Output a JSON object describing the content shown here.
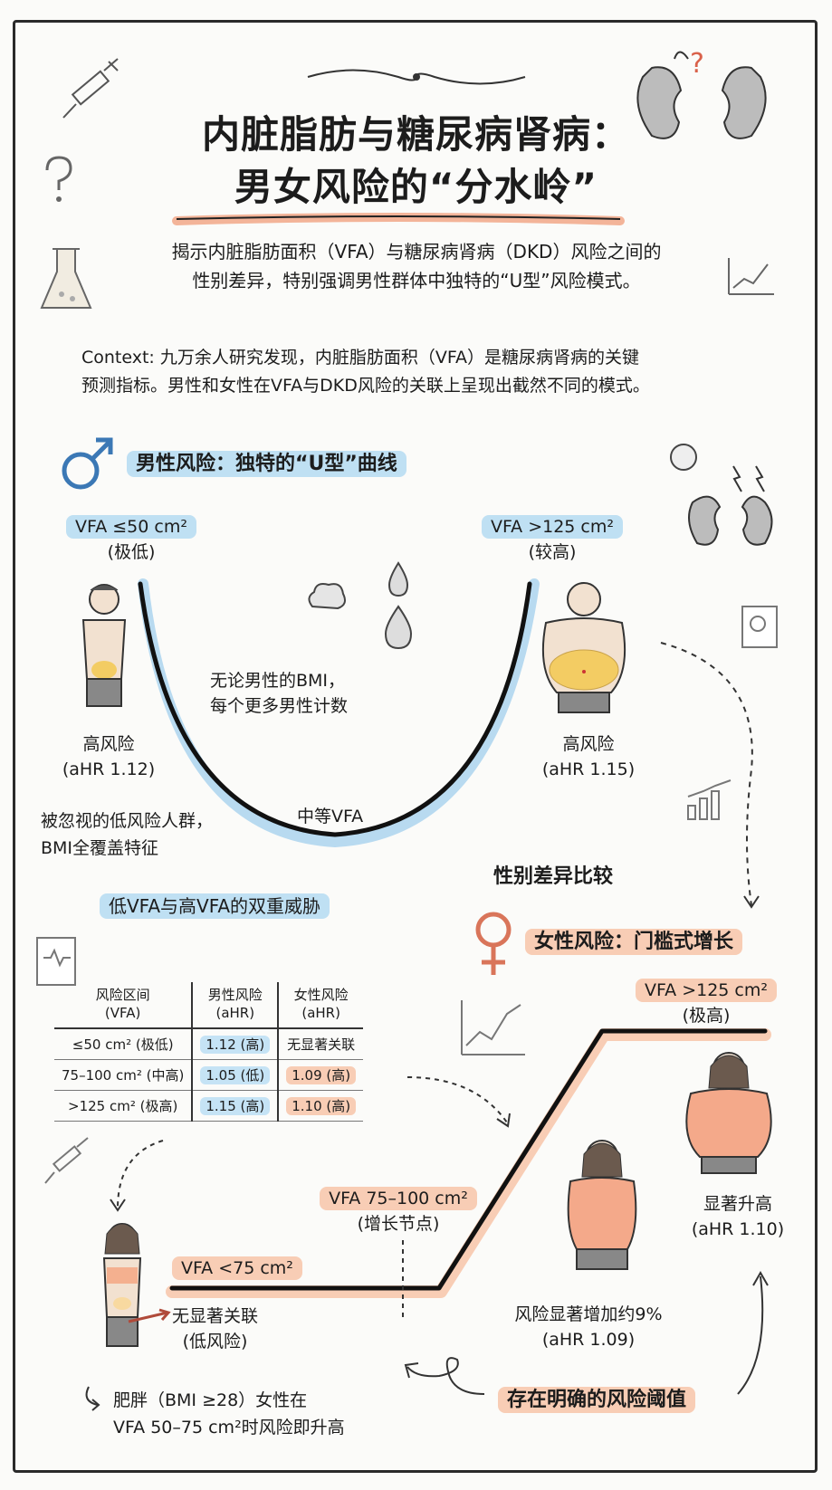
{
  "header": {
    "title_line1": "内脏脂肪与糖尿病肾病：",
    "title_line2": "男女风险的“分水岭”",
    "subtitle_line1": "揭示内脏脂肪面积（VFA）与糖尿病肾病（DKD）风险之间的",
    "subtitle_line2": "性别差异，特别强调男性群体中独特的“U型”风险模式。"
  },
  "context": {
    "line1": "Context: 九万余人研究发现，内脏脂肪面积（VFA）是糖尿病肾病的关键",
    "line2": "预测指标。男性和女性在VFA与DKD风险的关联上呈现出截然不同的模式。"
  },
  "male": {
    "heading": "男性风险：独特的“U型”曲线",
    "left_vfa": "VFA ≤50 cm²",
    "left_level": "(极低)",
    "right_vfa": "VFA >125 cm²",
    "right_level": "(较高)",
    "center_note_line1": "无论男性的BMI，",
    "center_note_line2": "每个更多男性计数",
    "mid_label": "中等VFA",
    "left_risk": "高风险",
    "left_ahr": "(aHR 1.12)",
    "right_risk": "高风险",
    "right_ahr": "(aHR 1.15)",
    "overlooked_line1": "被忽视的低风险人群，",
    "overlooked_line2": "BMI全覆盖特征",
    "dual_threat": "低VFA与高VFA的双重威胁"
  },
  "compare_label": "性别差异比较",
  "table": {
    "headers": [
      [
        "风险区间",
        "(VFA)"
      ],
      [
        "男性风险",
        "(aHR)"
      ],
      [
        "女性风险",
        "(aHR)"
      ]
    ],
    "rows": [
      {
        "range": "≤50 cm² (极低)",
        "male": "1.12 (高)",
        "female": "无显著关联"
      },
      {
        "range": "75–100 cm² (中高)",
        "male": "1.05 (低)",
        "female": "1.09 (高)"
      },
      {
        "range": ">125 cm² (极高)",
        "male": "1.15 (高)",
        "female": "1.10 (高)"
      }
    ]
  },
  "female": {
    "heading": "女性风险：门槛式增长",
    "top_vfa": "VFA >125 cm²",
    "top_level": "(极高)",
    "mid_vfa": "VFA 75–100 cm²",
    "mid_level": "(增长节点)",
    "low_vfa": "VFA <75 cm²",
    "low_note_line1": "无显著关联",
    "low_note_line2": "(低风险)",
    "mid_risk_line1": "风险显著增加约9%",
    "mid_risk_line2": "(aHR 1.09)",
    "high_risk_line1": "显著升高",
    "high_risk_line2": "(aHR 1.10)",
    "obese_line1": "肥胖（BMI ≥28）女性在",
    "obese_line2": "VFA 50–75 cm²时风险即升高",
    "threshold": "存在明确的风险阈值"
  },
  "colors": {
    "blue": "#bfe0f3",
    "orange": "#f8cdb5",
    "ink": "#1c1c1c",
    "belly": "#f3cc63"
  },
  "icons": [
    "syringe-icon",
    "question-icon",
    "kidney-icon",
    "flask-icon",
    "chart-icon",
    "male-symbol-icon",
    "female-symbol-icon",
    "droplet-icon",
    "clipboard-icon"
  ]
}
